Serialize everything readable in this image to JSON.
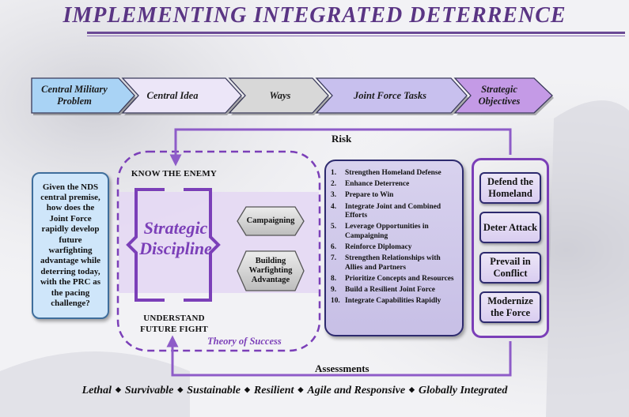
{
  "title": "IMPLEMENTING INTEGRATED DETERRENCE",
  "chevrons": [
    {
      "label": "Central Military Problem",
      "fill": "#a9d3f5"
    },
    {
      "label": "Central Idea",
      "fill": "#ece6f8"
    },
    {
      "label": "Ways",
      "fill": "#d8d8d8"
    },
    {
      "label": "Joint Force Tasks",
      "fill": "#c8c0ee"
    },
    {
      "label": "Strategic Objectives",
      "fill": "#c49ae6"
    }
  ],
  "loop": {
    "top_label": "Risk",
    "bottom_label": "Assessments"
  },
  "central_problem": {
    "text": "Given the NDS central premise, how does the Joint Force rapidly develop future warfighting advantage while deterring today, with the PRC as the pacing challenge?"
  },
  "theory": {
    "top_label": "KNOW THE ENEMY",
    "center_label": "Strategic Discipline",
    "bottom_label": "UNDERSTAND FUTURE FIGHT",
    "caption": "Theory of Success",
    "ways": [
      "Campaigning",
      "Building Warfighting Advantage"
    ]
  },
  "tasks": [
    {
      "num": "1.",
      "text": "Strengthen Homeland Defense"
    },
    {
      "num": "2.",
      "text": "Enhance Deterrence"
    },
    {
      "num": "3.",
      "text": "Prepare to Win"
    },
    {
      "num": "4.",
      "text": "Integrate Joint and Combined Efforts"
    },
    {
      "num": "5.",
      "text": "Leverage Opportunities in Campaigning"
    },
    {
      "num": "6.",
      "text": "Reinforce Diplomacy"
    },
    {
      "num": "7.",
      "text": "Strengthen Relationships with Allies and Partners"
    },
    {
      "num": "8.",
      "text": "Prioritize Concepts and Resources"
    },
    {
      "num": "9.",
      "text": "Build a Resilient Joint Force"
    },
    {
      "num": "10.",
      "text": "Integrate Capabilities Rapidly"
    }
  ],
  "objectives": [
    "Defend the Homeland",
    "Deter Attack",
    "Prevail in Conflict",
    "Modernize the Force"
  ],
  "attributes": [
    "Lethal",
    "Survivable",
    "Sustainable",
    "Resilient",
    "Agile and Responsive",
    "Globally Integrated"
  ],
  "attribute_separator": "◆",
  "colors": {
    "accent": "#7b3fb8",
    "title": "#5a3584",
    "loop": "#8e5cc8"
  }
}
